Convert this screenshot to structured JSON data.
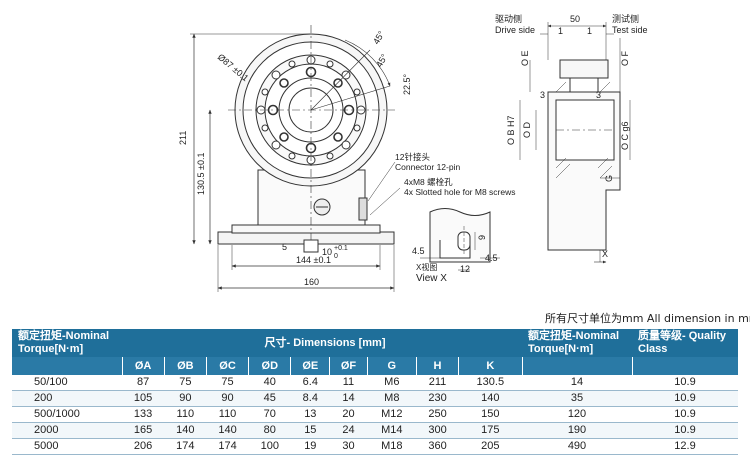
{
  "drawing": {
    "front": {
      "dim_phi87": "Ø87 ±0.1",
      "dim_45_outer": "45°",
      "dim_45_inner": "45°",
      "dim_22_5": "22.5°",
      "dim_211": "211",
      "dim_130_5": "130.5 ±0.1",
      "dim_5": "5",
      "dim_10": "10",
      "dim_10_tol": "+0.1",
      "dim_10_tol2": "0",
      "dim_144": "144 ±0.1",
      "dim_160": "160",
      "connector_cn": "12针接头",
      "connector_en": "Connector 12-pin",
      "slot_cn": "4xM8 螺栓孔",
      "slot_en": "4x Slotted hole for M8 screws"
    },
    "viewx": {
      "dim_4_5_a": "4.5",
      "dim_4_5_b": "4.5",
      "dim_9": "9",
      "dim_12": "12",
      "label_cn": "X视图",
      "label_en": "View X"
    },
    "side": {
      "drive_cn": "驱动侧",
      "drive_en": "Drive side",
      "test_cn": "测试侧",
      "test_en": "Test side",
      "dim_50": "50",
      "dim_1a": "1",
      "dim_1b": "1",
      "oe": "O E",
      "of": "O F",
      "obh7": "O B H7",
      "od": "O D",
      "oc": "O C g6",
      "dim_3a": "3",
      "dim_3b": "3",
      "g": "G",
      "x": "X"
    }
  },
  "note": "所有尺寸单位为mm All dimension in mm",
  "table": {
    "head": {
      "nominal_left": "额定扭矩-Nominal Torque[N·m]",
      "dimensions": "尺寸- Dimensions [mm]",
      "nominal_right": "额定扭矩-Nominal Torque[N·m]",
      "quality": "质量等级- Quality Class"
    },
    "columns": [
      "ØA",
      "ØB",
      "ØC",
      "ØD",
      "ØE",
      "ØF",
      "G",
      "H",
      "K"
    ],
    "rows": [
      [
        "50/100",
        "87",
        "75",
        "75",
        "40",
        "6.4",
        "11",
        "M6",
        "211",
        "130.5",
        "14",
        "10.9"
      ],
      [
        "200",
        "105",
        "90",
        "90",
        "45",
        "8.4",
        "14",
        "M8",
        "230",
        "140",
        "35",
        "10.9"
      ],
      [
        "500/1000",
        "133",
        "110",
        "110",
        "70",
        "13",
        "20",
        "M12",
        "250",
        "150",
        "120",
        "10.9"
      ],
      [
        "2000",
        "165",
        "140",
        "140",
        "80",
        "15",
        "24",
        "M14",
        "300",
        "175",
        "190",
        "10.9"
      ],
      [
        "5000",
        "206",
        "174",
        "174",
        "100",
        "19",
        "30",
        "M18",
        "360",
        "205",
        "490",
        "12.9"
      ]
    ]
  }
}
